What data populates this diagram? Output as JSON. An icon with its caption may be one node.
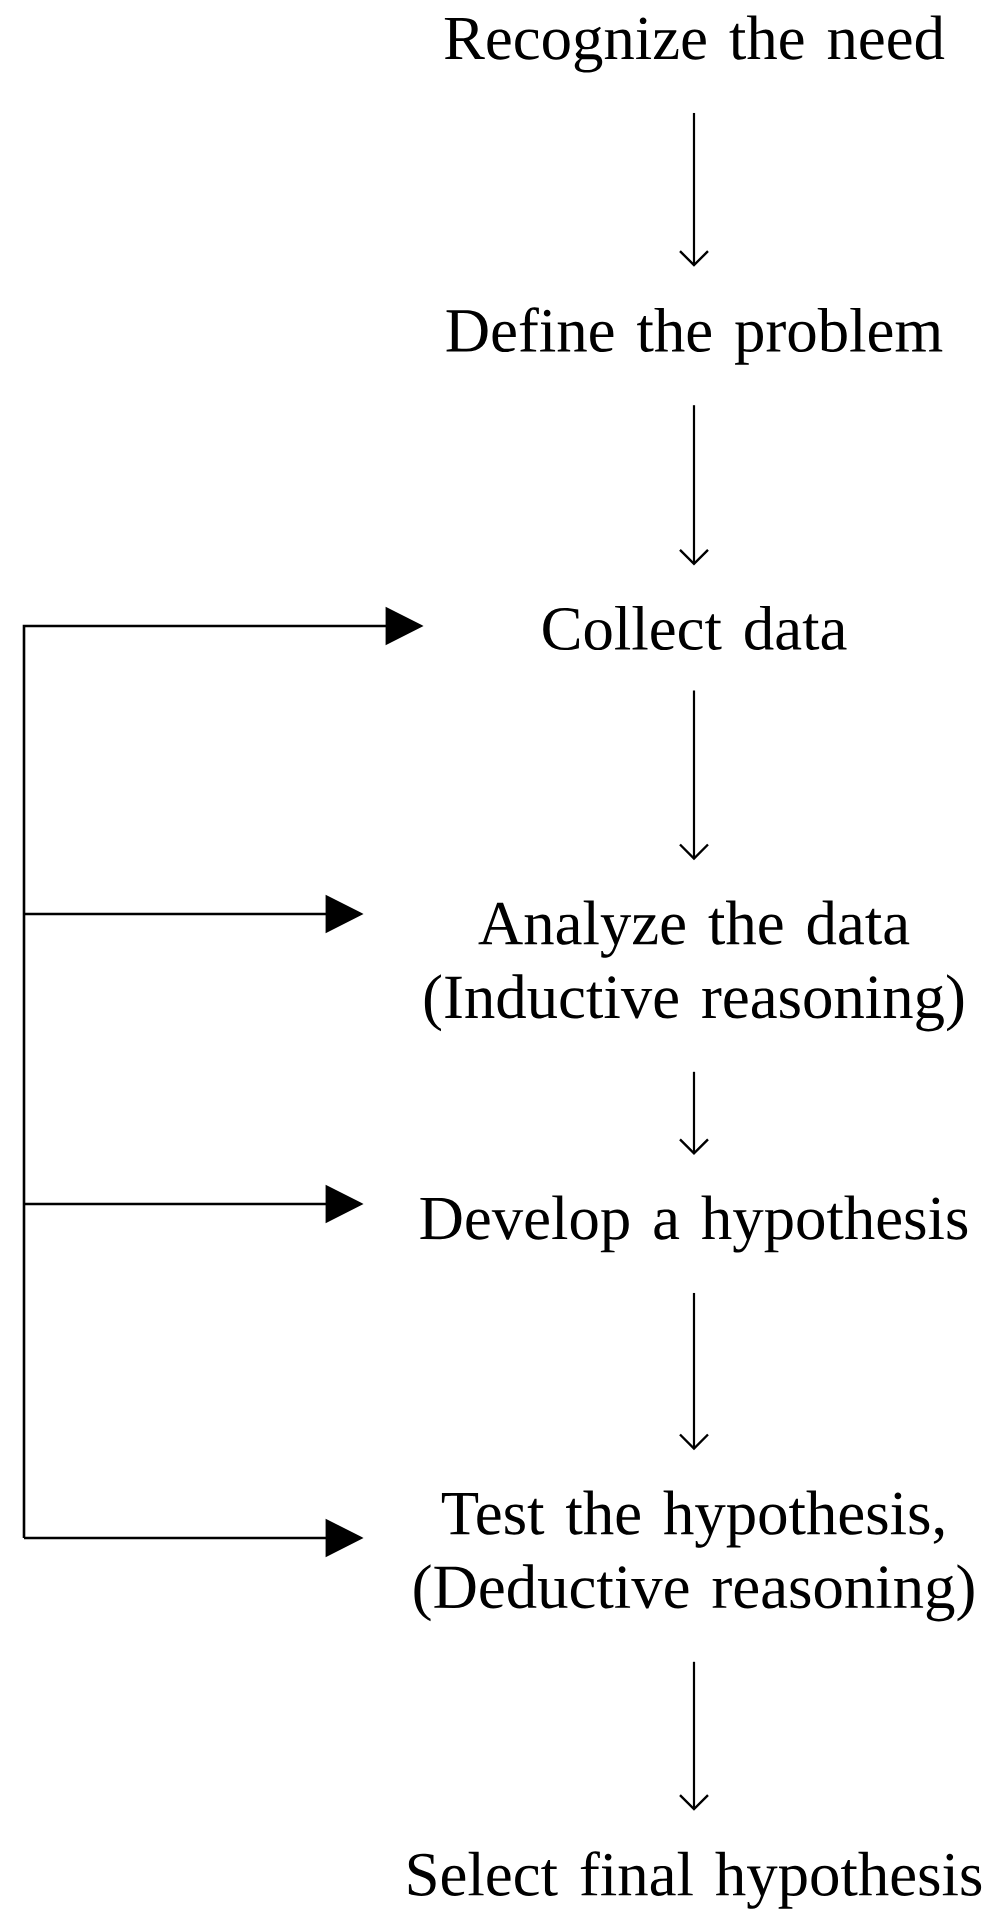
{
  "diagram": {
    "nodes": [
      {
        "text": [
          "Recognize the need"
        ]
      },
      {
        "text": [
          "Define the problem"
        ]
      },
      {
        "text": [
          "Collect data"
        ]
      },
      {
        "text": [
          "Analyze the data (Inductive reasoning)"
        ]
      },
      {
        "text": [
          "Develop a hypothesis"
        ]
      },
      {
        "text": [
          "Test the hypothesis, (Deductive reasoning)"
        ]
      },
      {
        "text": [
          "Select final hypothesis"
        ]
      }
    ],
    "edges": [
      {
        "from": 0,
        "to": 1,
        "arrow": "to"
      },
      {
        "from": 1,
        "to": 2,
        "arrow": "to"
      },
      {
        "from": 2,
        "to": 3,
        "arrow": "to"
      },
      {
        "from": 3,
        "to": 4,
        "arrow": "to"
      },
      {
        "from": 4,
        "to": 5,
        "arrow": "to"
      },
      {
        "from": 5,
        "to": 6,
        "arrow": "to"
      },
      {
        "from": null,
        "to": 2,
        "arrow": "to"
      },
      {
        "from": null,
        "to": 3,
        "arrow": "to"
      },
      {
        "from": null,
        "to": 4,
        "arrow": "to"
      },
      {
        "from": null,
        "to": 5,
        "arrow": "to"
      }
    ]
  }
}
